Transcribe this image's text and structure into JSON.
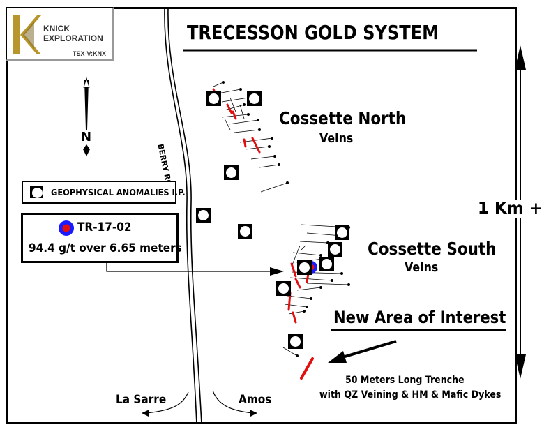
{
  "title": "TRECESSON GOLD SYSTEM",
  "logo": {
    "line1": "KNICK",
    "line2": "EXPLORATION",
    "ticker": "TSX-V:KNX"
  },
  "north_label": "N",
  "road_label": "BERRY ROAD",
  "legend": {
    "label": "GEOPHYSICAL ANOMALIES I.P."
  },
  "drill_hole": {
    "id": "TR-17-02",
    "result": "94.4 g/t over 6.65 meters",
    "colors": {
      "outer": "#1a1aff",
      "inner": "#e01010"
    }
  },
  "zones": {
    "north_title": "Cossette North",
    "north_sub": "Veins",
    "south_title": "Cossette South",
    "south_sub": "Veins"
  },
  "new_area": {
    "title": "New Area of Interest",
    "trench_line1": "50 Meters Long Trenche",
    "trench_line2": "with QZ Veining & HM & Mafic Dykes"
  },
  "scale_label": "1 Km +",
  "directions": {
    "left": "La Sarre",
    "right": "Amos"
  },
  "colors": {
    "vein": "#e01010",
    "frame": "#000000",
    "logo_gold": "#b8962e"
  },
  "icons": [
    "knick-logo-icon",
    "north-arrow-icon",
    "anomaly-marker-icon",
    "drill-hole-marker-icon"
  ]
}
